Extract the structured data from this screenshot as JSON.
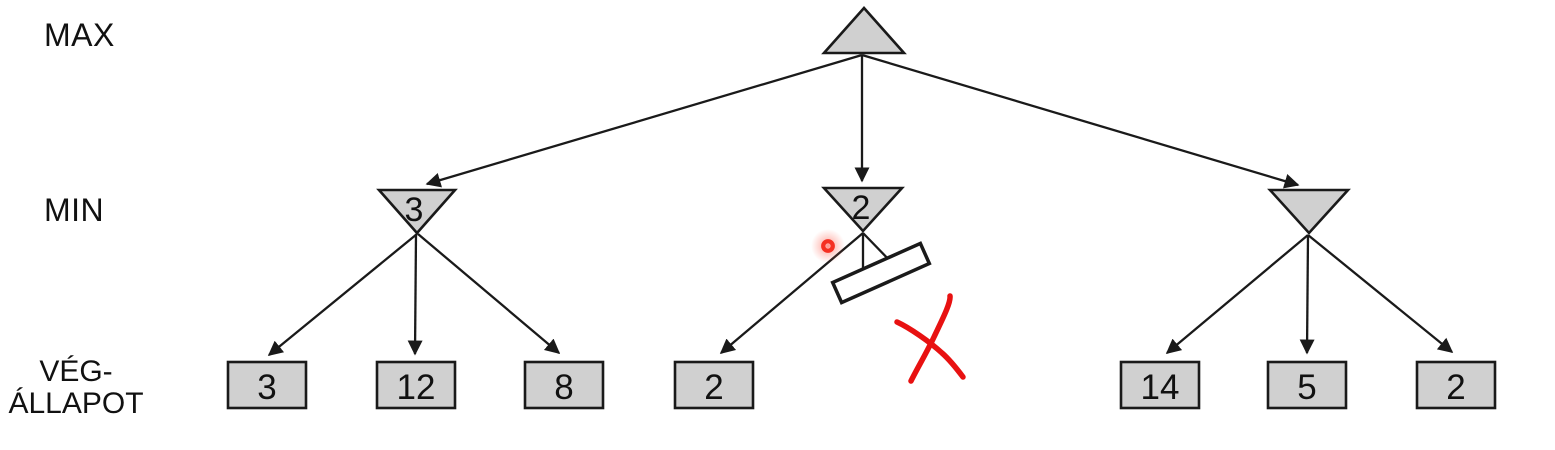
{
  "labels": {
    "max_row": "MAX",
    "min_row": "MIN",
    "terminal_row_line1": "VÉG-",
    "terminal_row_line2": "ÁLLAPOT"
  },
  "tree": {
    "min_node_values": [
      "3",
      "2",
      ""
    ],
    "terminal_values": [
      "3",
      "12",
      "8",
      "2",
      "14",
      "5",
      "2"
    ]
  },
  "annotations": {
    "prune_marker": "white-rotated-rectangle-cut",
    "x_mark": "red-hand-drawn-x",
    "pointer": "red-laser-dot"
  },
  "colors": {
    "node_fill": "#d0d0d0",
    "node_stroke": "#1a1a1a",
    "edge": "#1a1a1a",
    "x_mark_red": "#e81111",
    "pointer_red": "#f53022",
    "background": "#ffffff"
  }
}
